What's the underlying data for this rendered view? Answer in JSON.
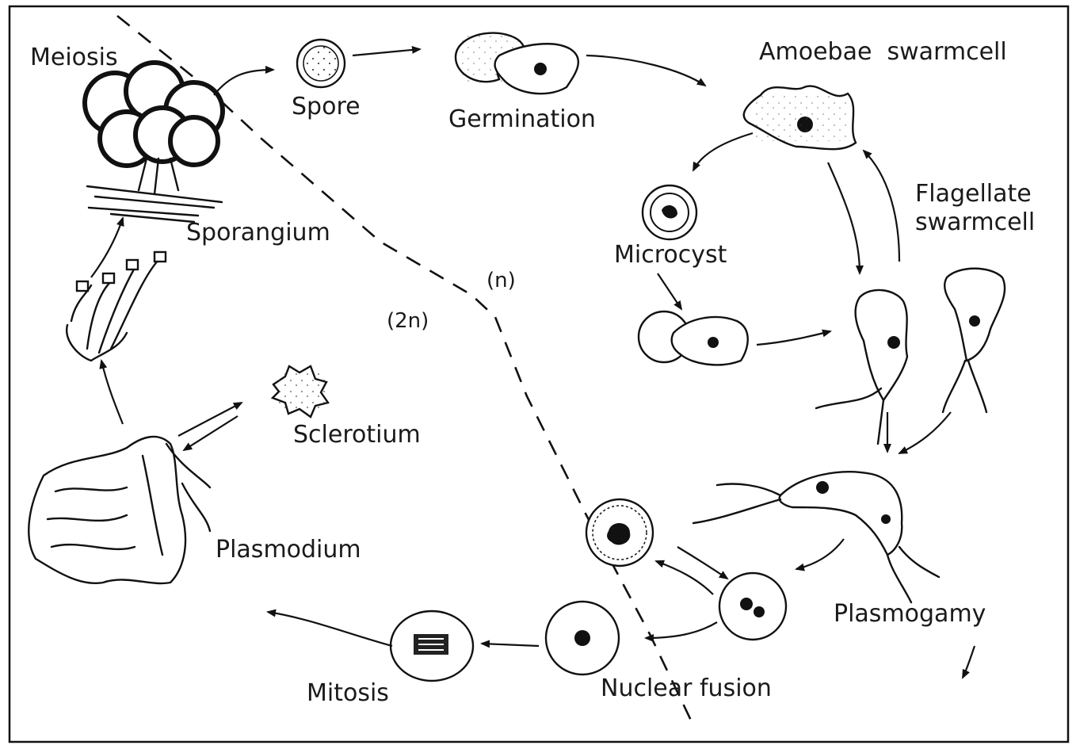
{
  "labels": {
    "meiosis": "Meiosis",
    "spore": "Spore",
    "germination": "Germination",
    "amoebae_swarmcell": "Amoebae  swarmcell",
    "flagellate_line1": "Flagellate",
    "flagellate_line2": "swarmcell",
    "microcyst": "Microcyst",
    "sporangium": "Sporangium",
    "haploid": "(n)",
    "diploid": "(2n)",
    "sclerotium": "Sclerotium",
    "plasmodium": "Plasmodium",
    "plasmogamy": "Plasmogamy",
    "mitosis": "Mitosis",
    "nuclear_fusion": "Nuclear fusion"
  }
}
